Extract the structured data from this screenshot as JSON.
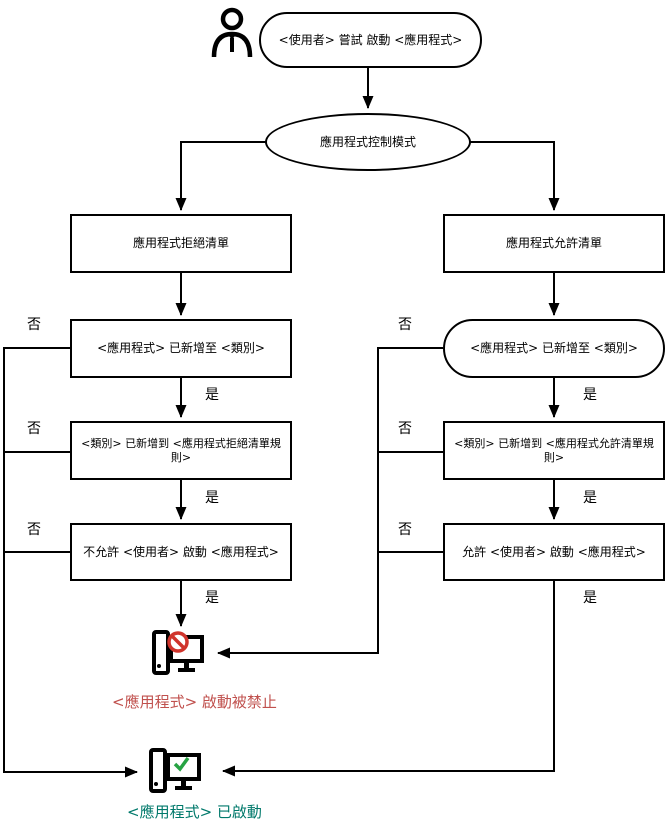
{
  "diagram": {
    "nodes": {
      "start": "<使用者> 嘗試 啟動 <應用程式>",
      "mode": "應用程式控制模式",
      "denylist": "應用程式拒絕清單",
      "allowlist": "應用程式允許清單",
      "deny_app_in_category": "<應用程式> 已新增至 <類別>",
      "allow_app_in_category": "<應用程式> 已新增至 <類別>",
      "deny_category_in_rule": "<類別> 已新增到 <應用程式拒絕清單規則>",
      "allow_category_in_rule": "<類別> 已新增到 <應用程式允許清單規則>",
      "deny_user_start": "不允許 <使用者> 啟動 <應用程式>",
      "allow_user_start": "允許 <使用者> 啟動 <應用程式>",
      "blocked_result": "<應用程式> 啟動被禁止",
      "started_result": "<應用程式> 已啟動"
    },
    "labels": {
      "yes": "是",
      "no": "否"
    },
    "colors": {
      "line": "#000000",
      "blocked_text": "#c0504d",
      "started_text": "#00796b",
      "prohibited_badge": "#d0342c",
      "check_badge": "#27a343"
    },
    "icons": [
      "user-actor-icon",
      "computer-blocked-icon",
      "computer-started-icon"
    ]
  }
}
